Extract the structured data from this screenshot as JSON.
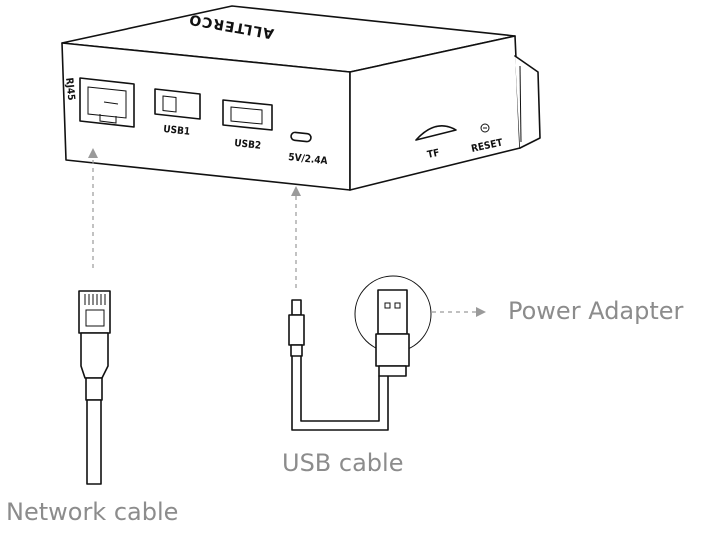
{
  "device": {
    "brand": "ALLTERCO",
    "ports": {
      "rj45": "RJ45",
      "usb1": "USB1",
      "usb2": "USB2",
      "power": "5V/2.4A",
      "tf": "TF",
      "reset": "RESET"
    }
  },
  "labels": {
    "power_adapter": "Power Adapter",
    "usb_cable": "USB cable",
    "network_cable": "Network cable"
  },
  "colors": {
    "line": "#111111",
    "label": "#8c8c8c",
    "guide": "#9a9a9a"
  }
}
